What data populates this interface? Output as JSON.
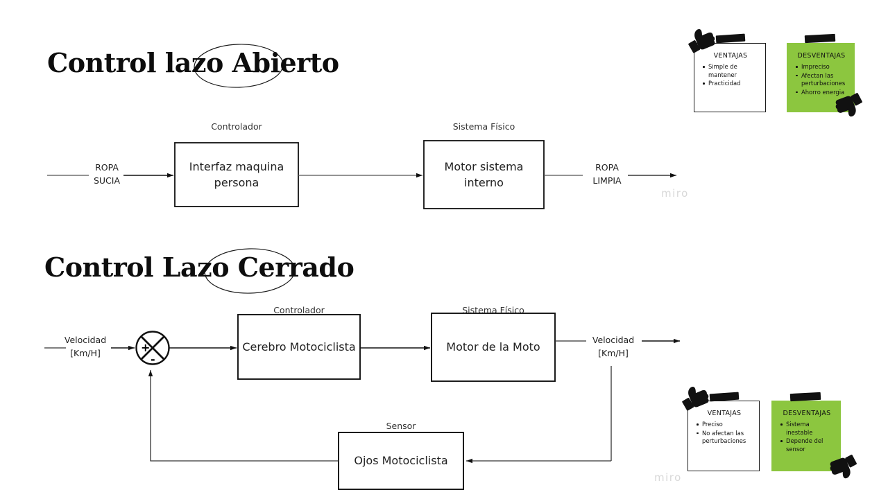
{
  "page": {
    "watermark": "miro",
    "background": "#ffffff",
    "accent_green": "#8CC63F",
    "ink": "#1a1a1a"
  },
  "sections": [
    {
      "id": "open-loop",
      "title": "Control lazo Abierto",
      "circled_word": "Abierto",
      "diagram": {
        "input_signal": "ROPA\nSUCIA",
        "input_signal_lines": [
          "ROPA",
          "SUCIA"
        ],
        "output_signal_lines": [
          "ROPA",
          "LIMPIA"
        ],
        "blocks": [
          {
            "caption": "Controlador",
            "text": "Interfaz maquina persona"
          },
          {
            "caption": "Sistema Físico",
            "text": "Motor sistema interno"
          }
        ]
      },
      "notes": [
        {
          "kind": "ventajas",
          "title": "VENTAJAS",
          "items": [
            "Simple  de mantener",
            "Practicidad"
          ],
          "icon": "thumbs-up-icon",
          "color": "#ffffff"
        },
        {
          "kind": "desventajas",
          "title": "DESVENTAJAS",
          "items": [
            "Impreciso",
            "Afectan las perturbaciones",
            "Ahorro energia"
          ],
          "icon": "thumbs-down-icon",
          "color": "#8CC63F"
        }
      ]
    },
    {
      "id": "closed-loop",
      "title": "Control Lazo Cerrado",
      "circled_word": "Cerrado",
      "diagram": {
        "input_signal_lines": [
          "Velocidad",
          "[Km/H]"
        ],
        "output_signal_lines": [
          "Velocidad",
          "[Km/H]"
        ],
        "sum_plus": "+",
        "sum_minus": "-",
        "blocks": [
          {
            "caption": "Controlador",
            "text": "Cerebro Motociclista"
          },
          {
            "caption": "Sistema Físico",
            "text": "Motor de la Moto"
          },
          {
            "caption": "Sensor",
            "text": "Ojos Motociclista"
          }
        ]
      },
      "notes": [
        {
          "kind": "ventajas",
          "title": "VENTAJAS",
          "items": [
            "Preciso",
            "No afectan las perturbaciones"
          ],
          "icon": "thumbs-up-icon",
          "color": "#ffffff"
        },
        {
          "kind": "desventajas",
          "title": "DESVENTAJAS",
          "items": [
            "Sistema inestable",
            "Depende del sensor"
          ],
          "icon": "thumbs-down-icon",
          "color": "#8CC63F"
        }
      ]
    }
  ]
}
